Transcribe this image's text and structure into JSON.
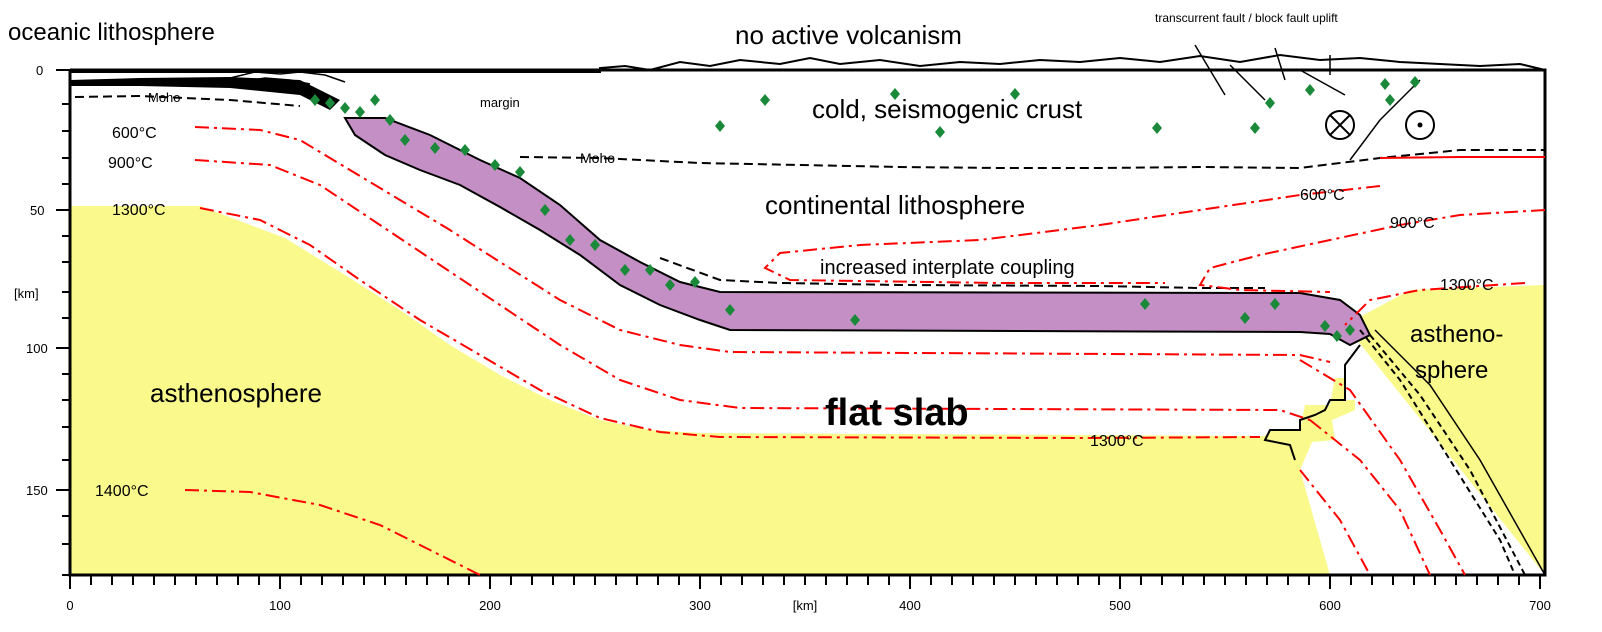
{
  "labels": {
    "oceanic_lithosphere": "oceanic lithosphere",
    "no_active_volcanism": "no active volcanism",
    "faults": "transcurrent fault / block fault uplift",
    "moho_left": "Moho",
    "margin": "margin",
    "cold_crust": "cold, seismogenic crust",
    "moho_mid": "Moho",
    "continental_lithosphere": "continental lithosphere",
    "increased_coupling": "increased interplate coupling",
    "flat_slab": "flat slab",
    "asthenosphere_left": "asthenosphere",
    "asthenosphere_right_1": "astheno-",
    "asthenosphere_right_2": "sphere"
  },
  "temperatures": {
    "t600_left": "600°C",
    "t900_left": "900°C",
    "t1300_left": "1300°C",
    "t1400_left": "1400°C",
    "t600_right": "600°C",
    "t900_right": "900°C",
    "t1300_right": "1300°C",
    "t1300_bottom": "1300°C"
  },
  "axes": {
    "x_unit": "[km]",
    "y_unit": "[km]",
    "x_ticks": [
      "0",
      "100",
      "200",
      "300",
      "400",
      "500",
      "600",
      "700"
    ],
    "y_ticks": [
      "0",
      "50",
      "100",
      "150"
    ]
  },
  "colors": {
    "asthenosphere": "#fafa8c",
    "slab": "#c48fc4",
    "isotherm": "#ff0000",
    "earthquake": "#1a8a3a"
  },
  "icons": [
    "fault-into-page-symbol",
    "fault-out-of-page-symbol"
  ]
}
